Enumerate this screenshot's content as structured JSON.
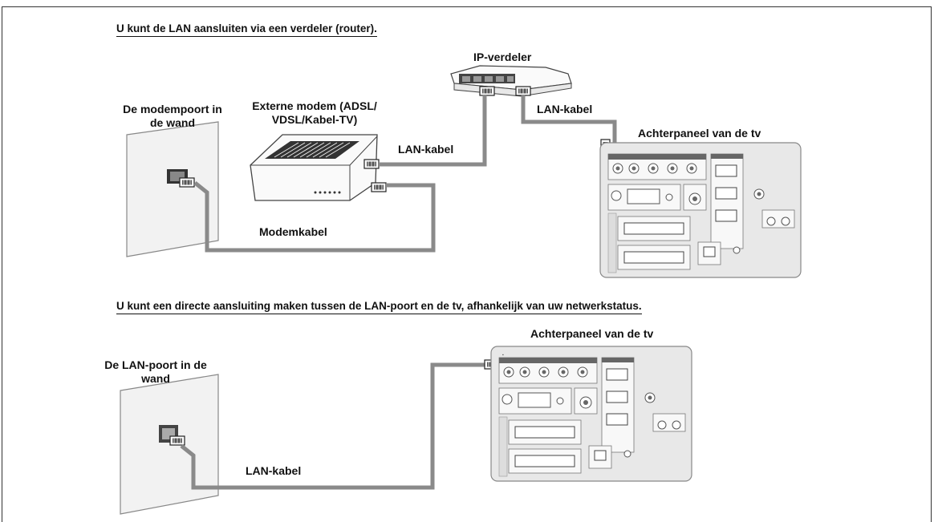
{
  "section1": {
    "heading": "U kunt de LAN aansluiten via een verdeler (router).",
    "wall_port_label": "De modempoort in de wand",
    "modem_label": "Externe modem (ADSL/ VDSL/Kabel-TV)",
    "router_label": "IP-verdeler",
    "lan_cable_label_1": "LAN-kabel",
    "lan_cable_label_2": "LAN-kabel",
    "modem_cable_label": "Modemkabel",
    "tv_panel_label": "Achterpaneel van de tv"
  },
  "section2": {
    "heading": "U kunt een directe aansluiting maken tussen de LAN-poort en de tv, afhankelijk van uw netwerkstatus.",
    "wall_port_label": "De LAN-poort in de wand",
    "lan_cable_label": "LAN-kabel",
    "tv_panel_label": "Achterpaneel van de tv"
  },
  "colors": {
    "cable": "#8a8a8a",
    "wall": "#f2f2f2",
    "panel": "#e9e9e9",
    "text": "#111111"
  }
}
